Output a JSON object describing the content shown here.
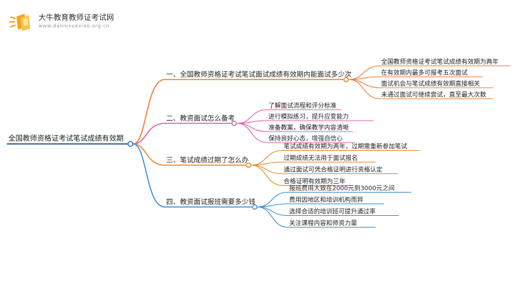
{
  "header": {
    "title": "大牛教育教师证考试网",
    "url": "www.daniuxuexiao.org.cn"
  },
  "mindmap": {
    "root": "全国教师资格证考试笔试成绩有效期",
    "branches": [
      {
        "label": "一、全国教师资格证考试笔试面试成绩有效期内能面试多少次",
        "color": "#f07d2f",
        "children": [
          "全国教师资格证考试笔试成绩有效期为两年",
          "在有效期内最多可报考五次面试",
          "面试机会与笔试成绩有效期直接相关",
          "未通过面试可继续尝试，直至最大次数"
        ]
      },
      {
        "label": "二、教资面试怎么备考",
        "color": "#e35fa6",
        "children": [
          "了解面试流程和评分标准",
          "进行模拟练习，提升应变能力",
          "准备教案，确保教学内容清晰",
          "保持良好心态，增强自信心"
        ]
      },
      {
        "label": "三、笔试成绩过期了怎么办",
        "color": "#e8882d",
        "children": [
          "笔试成绩有效期为两年，过期需重新参加笔试",
          "过期成绩无法用于面试报名",
          "通过面试可凭合格证明进行资格认定",
          "合格证明有效期为三年"
        ]
      },
      {
        "label": "四、教资面试报班需要多少钱",
        "color": "#3a8fd6",
        "children": [
          "报班费用大致在2000元到3000元之间",
          "费用因地区和培训机构而异",
          "选择合适的培训班可提升通过率",
          "关注课程内容和师资力量"
        ]
      }
    ]
  }
}
